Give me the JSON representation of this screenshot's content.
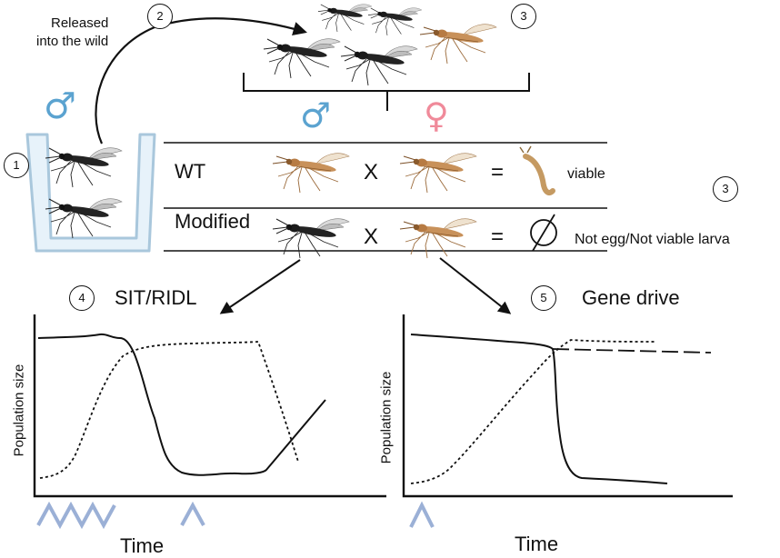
{
  "step_numbers": {
    "s1": "1",
    "s2": "2",
    "s3_top": "3",
    "s3_right": "3",
    "s4": "4",
    "s5": "5"
  },
  "release_label": {
    "line1": "Released",
    "line2": "into the wild"
  },
  "symbols": {
    "male": "♂",
    "female": "♀",
    "cross": "X",
    "equals": "=",
    "null_set": "∅"
  },
  "cross_table": {
    "wt_label": "WT",
    "wt_result": "viable",
    "modified_label": "Modified",
    "modified_result": "Not egg/Not viable larva"
  },
  "colors": {
    "male_symbol": "#5ba3d0",
    "female_symbol": "#f08a9a",
    "wild_type_mosquito": "#c8915a",
    "modified_mosquito": "#1f1f1f",
    "release_marker": "#9bb0d6",
    "cup_fill": "#e7f2fa",
    "cup_stroke": "#a9c7dc"
  },
  "icons": [
    "mosquito-icon",
    "larva-icon",
    "release-arrow-icon",
    "cup-icon"
  ],
  "chart_data": [
    {
      "type": "line",
      "title": "SIT/RIDL",
      "xlabel": "Time",
      "ylabel": "Population size",
      "release_markers": 4,
      "series": []
    },
    {
      "type": "line",
      "title": "Gene drive",
      "xlabel": "Time",
      "ylabel": "Population size",
      "release_markers": 1,
      "series": []
    }
  ]
}
